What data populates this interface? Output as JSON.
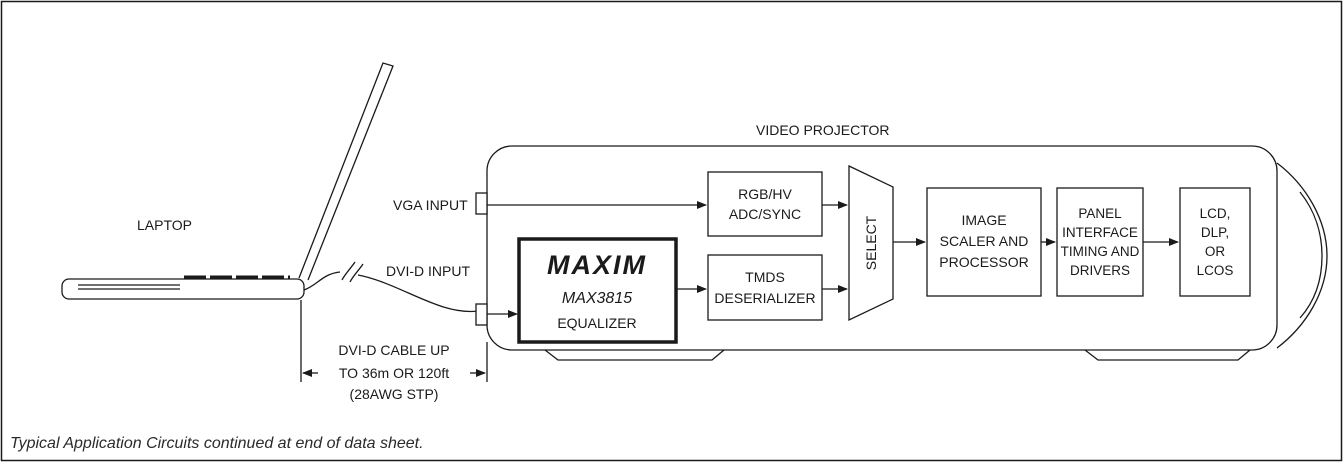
{
  "laptop": {
    "label": "LAPTOP"
  },
  "projector": {
    "title": "VIDEO PROJECTOR"
  },
  "inputs": {
    "vga": "VGA INPUT",
    "dvi": "DVI-D INPUT"
  },
  "blocks": {
    "rgb": [
      "RGB/HV",
      "ADC/SYNC"
    ],
    "equalizer": {
      "logo": "MAXIM",
      "part": "MAX3815",
      "label": "EQUALIZER"
    },
    "tmds": [
      "TMDS",
      "DESERIALIZER"
    ],
    "select": "SELECT",
    "image": [
      "IMAGE",
      "SCALER AND",
      "PROCESSOR"
    ],
    "panel": [
      "PANEL",
      "INTERFACE",
      "TIMING AND",
      "DRIVERS"
    ],
    "display": [
      "LCD,",
      "DLP,",
      "OR",
      "LCOS"
    ]
  },
  "cable": [
    "DVI-D CABLE UP",
    "TO 36m OR 120ft",
    "(28AWG STP)"
  ],
  "caption": "Typical Application Circuits continued at end of data sheet."
}
